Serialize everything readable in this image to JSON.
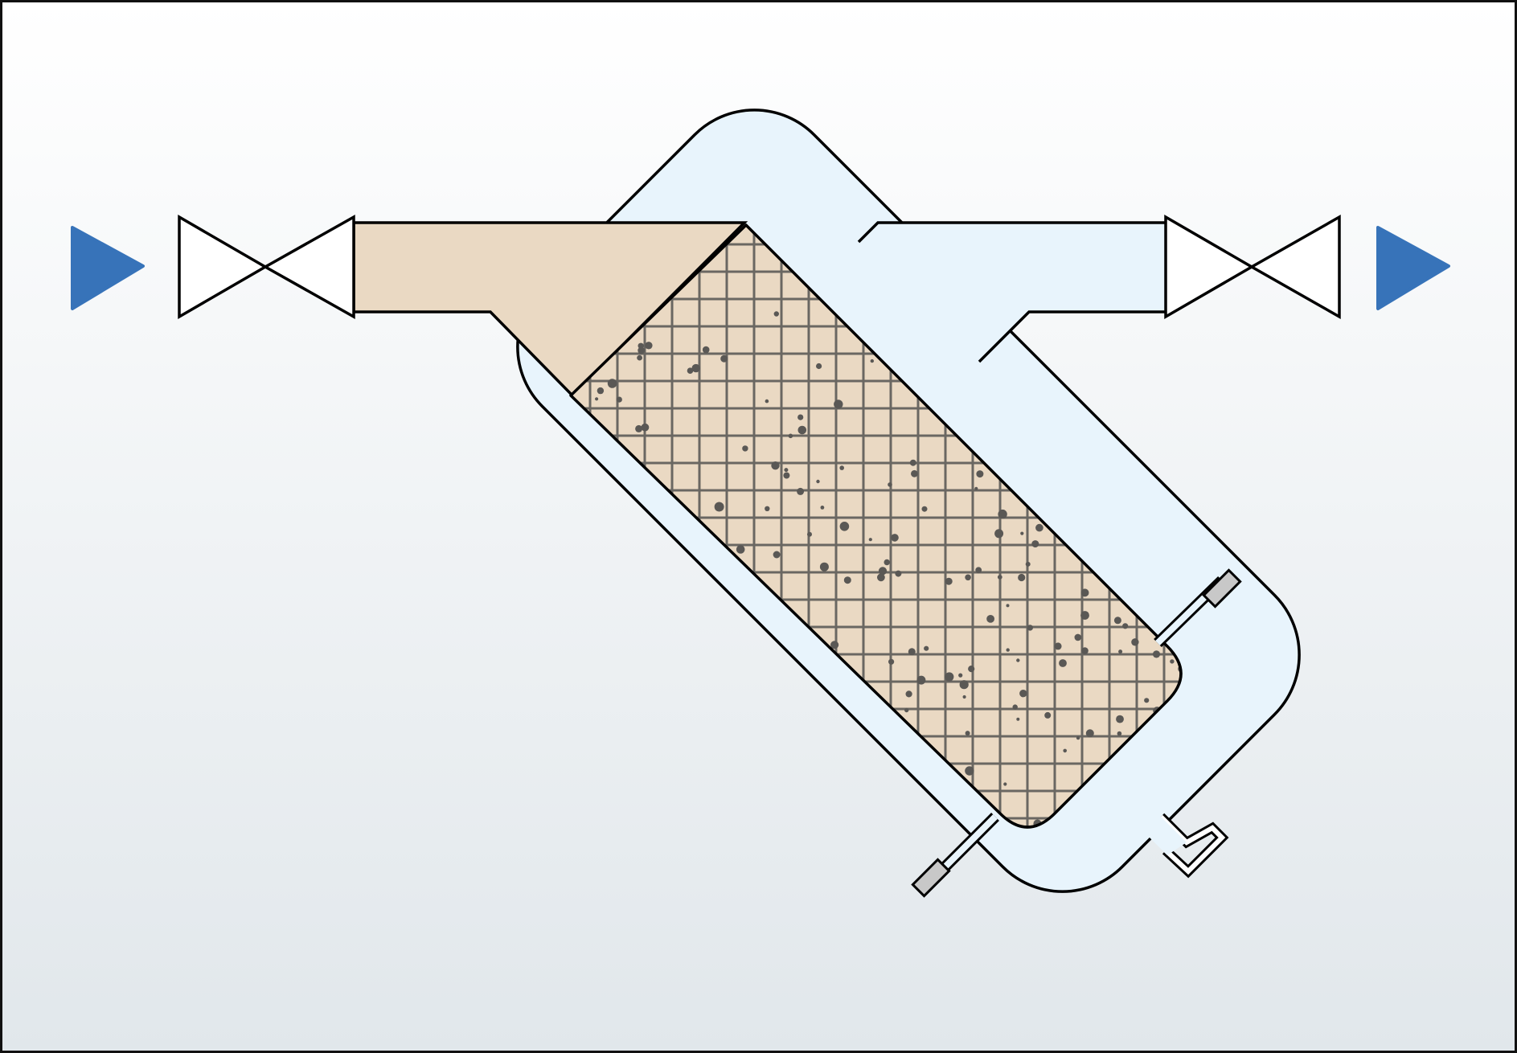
{
  "diagram": {
    "kind": "process-schematic",
    "components": [
      {
        "name": "inlet-flow-arrow",
        "icon": "play-triangle-icon",
        "direction": "right"
      },
      {
        "name": "inlet-valve",
        "icon": "gate-valve-icon"
      },
      {
        "name": "inlet-pipe"
      },
      {
        "name": "inclined-filter-vessel"
      },
      {
        "name": "outer-jacket"
      },
      {
        "name": "filter-media-bed",
        "pattern": "mesh-with-particles"
      },
      {
        "name": "outlet-pipe"
      },
      {
        "name": "outlet-valve",
        "icon": "gate-valve-icon"
      },
      {
        "name": "outlet-flow-arrow",
        "icon": "play-triangle-icon",
        "direction": "right"
      },
      {
        "name": "drain-nozzle"
      },
      {
        "name": "support-rods",
        "count": 2
      }
    ]
  },
  "colors": {
    "frame": "#111111",
    "background_top": "#ffffff",
    "background_bottom": "#e1e7eb",
    "jacket_fill": "#e8f4fc",
    "media_fill": "#ead9c3",
    "mesh_line": "#6a6762",
    "particle": "#5a5855",
    "flow_arrow": "#3773b9",
    "valve_fill": "#ffffff",
    "rod_fill": "#c8c8c8",
    "stroke": "#000000"
  }
}
